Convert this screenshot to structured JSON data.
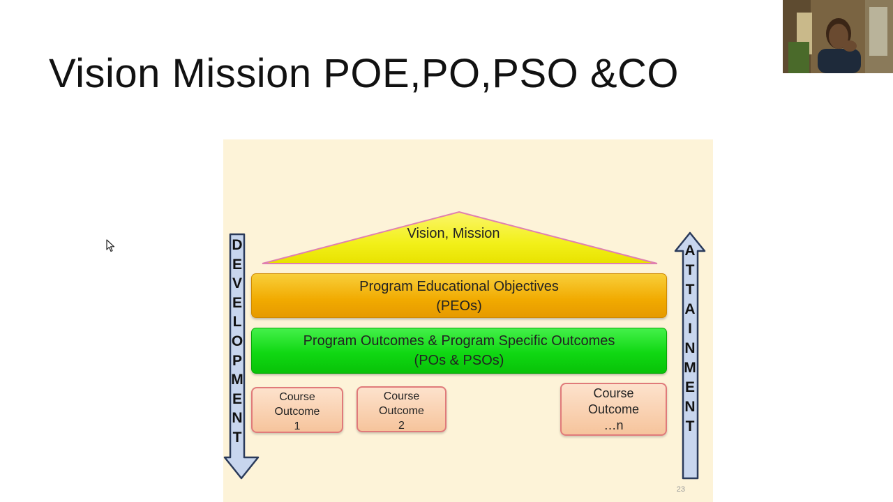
{
  "slide": {
    "title": "Vision Mission POE,PO,PSO &CO",
    "number": "23"
  },
  "diagram": {
    "roof_label": "Vision, Mission",
    "peo": {
      "line1": "Program Educational Objectives",
      "line2": "(PEOs)"
    },
    "po": {
      "line1": "Program Outcomes & Program Specific Outcomes",
      "line2": "(POs & PSOs)"
    },
    "course_outcomes": [
      {
        "line1": "Course",
        "line2": "Outcome",
        "line3": "1"
      },
      {
        "line1": "Course",
        "line2": "Outcome",
        "line3": "2"
      },
      {
        "line1": "Course",
        "line2": "Outcome",
        "line3": "…n"
      }
    ],
    "left_arrow_letters": [
      "D",
      "E",
      "V",
      "E",
      "L",
      "O",
      "P",
      "M",
      "E",
      "N",
      "T"
    ],
    "right_arrow_letters": [
      "A",
      "T",
      "T",
      "A",
      "I",
      "N",
      "M",
      "E",
      "N",
      "T"
    ]
  },
  "colors": {
    "roof": "#f2f01a",
    "peo": "#f1aa00",
    "po": "#10d813",
    "course_outcome": "#f6c49c",
    "arrow_fill": "#c8d6ee",
    "arrow_stroke": "#2a3a5a",
    "diagram_bg": "#fdf3d8"
  },
  "icons": {
    "cursor": "mouse-pointer-icon"
  }
}
